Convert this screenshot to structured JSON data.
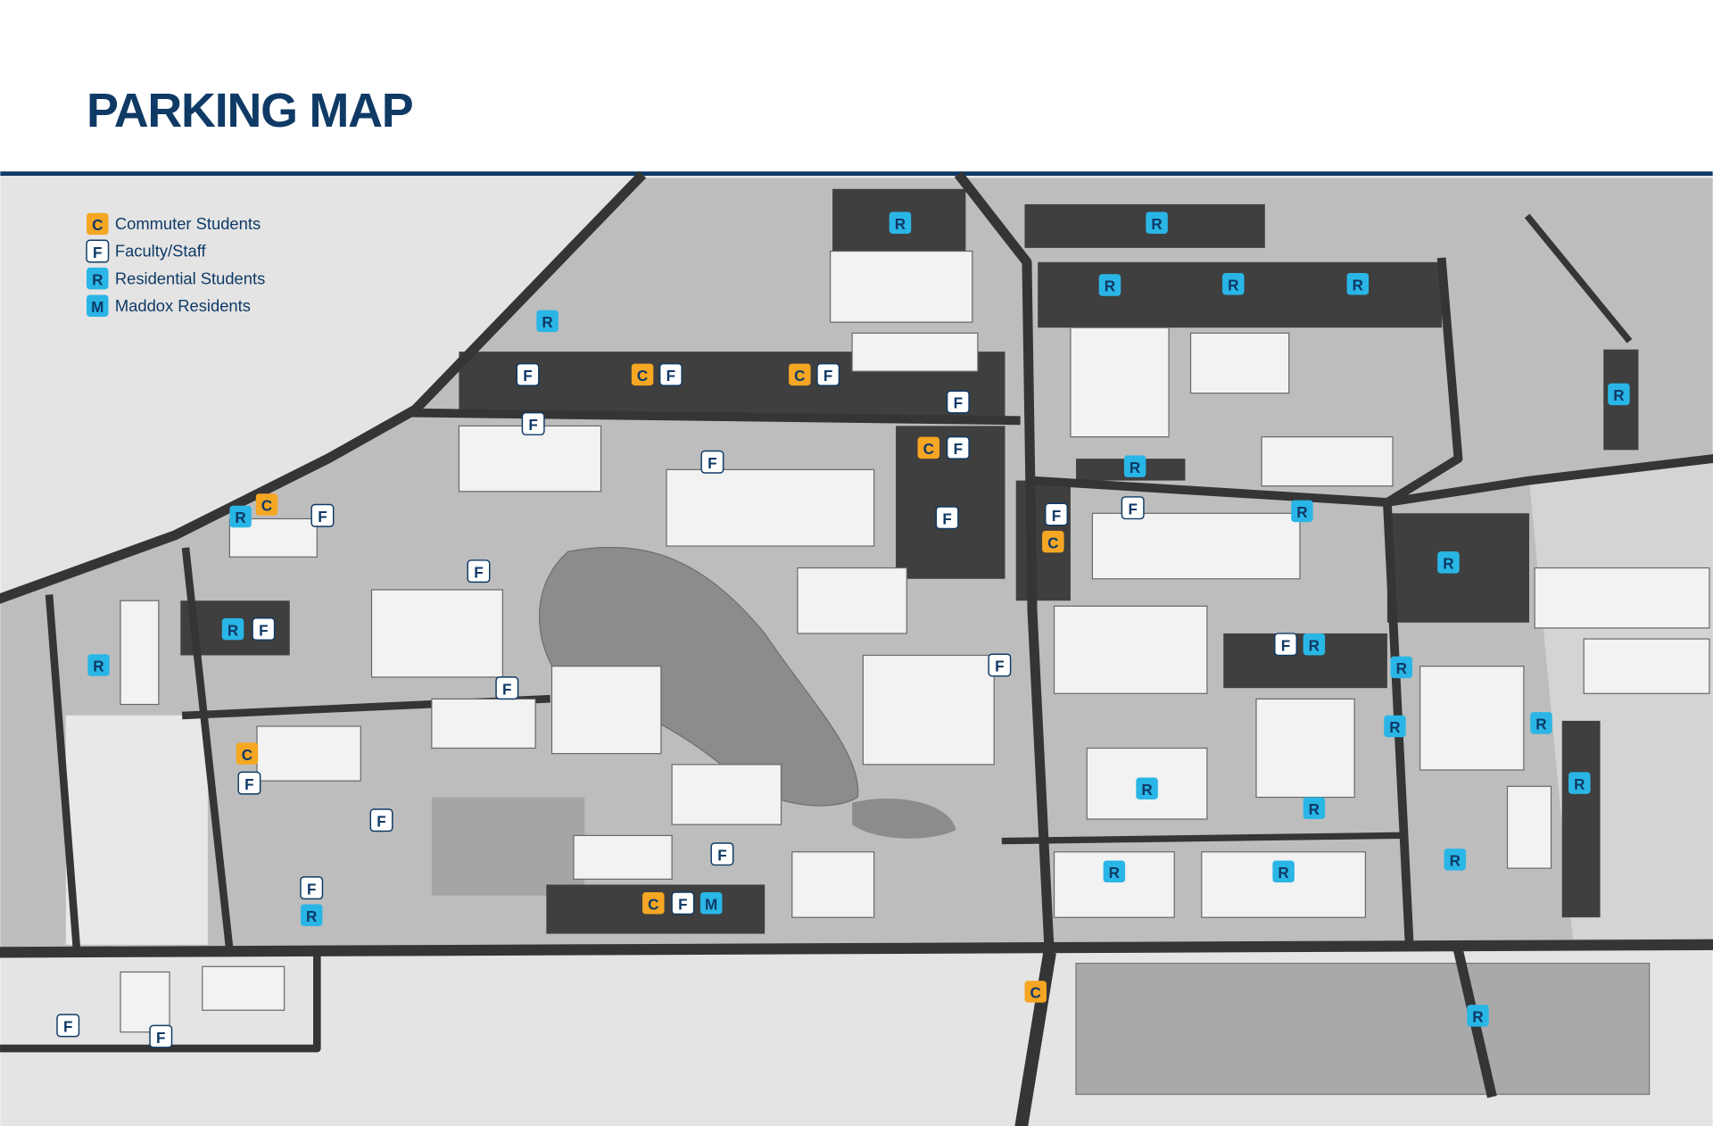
{
  "header": {
    "title": "PARKING MAP"
  },
  "colors": {
    "navy": "#0f3a66",
    "commuter": "#f5a623",
    "faculty": "#ffffff",
    "residential": "#29b6e6",
    "maddox": "#29b6e6"
  },
  "legend": [
    {
      "letter": "C",
      "label": "Commuter Students",
      "type": "commuter"
    },
    {
      "letter": "F",
      "label": "Faculty/Staff",
      "type": "faculty"
    },
    {
      "letter": "R",
      "label": "Residential Students",
      "type": "residential"
    },
    {
      "letter": "M",
      "label": "Maddox Residents",
      "type": "maddox"
    }
  ],
  "markers": [
    "R",
    "R",
    "R",
    "R",
    "R",
    "R",
    "F",
    "C",
    "F",
    "C",
    "F",
    "F",
    "R",
    "F",
    "C",
    "F",
    "F",
    "R",
    "R",
    "C",
    "F",
    "F",
    "F",
    "R",
    "F",
    "C",
    "R",
    "F",
    "R",
    "F",
    "F",
    "R",
    "R",
    "F",
    "R",
    "F",
    "R",
    "R",
    "C",
    "F",
    "R",
    "R",
    "R",
    "F",
    "F",
    "R",
    "F",
    "R",
    "R",
    "R",
    "C",
    "F",
    "M",
    "C",
    "R",
    "F",
    "F"
  ]
}
